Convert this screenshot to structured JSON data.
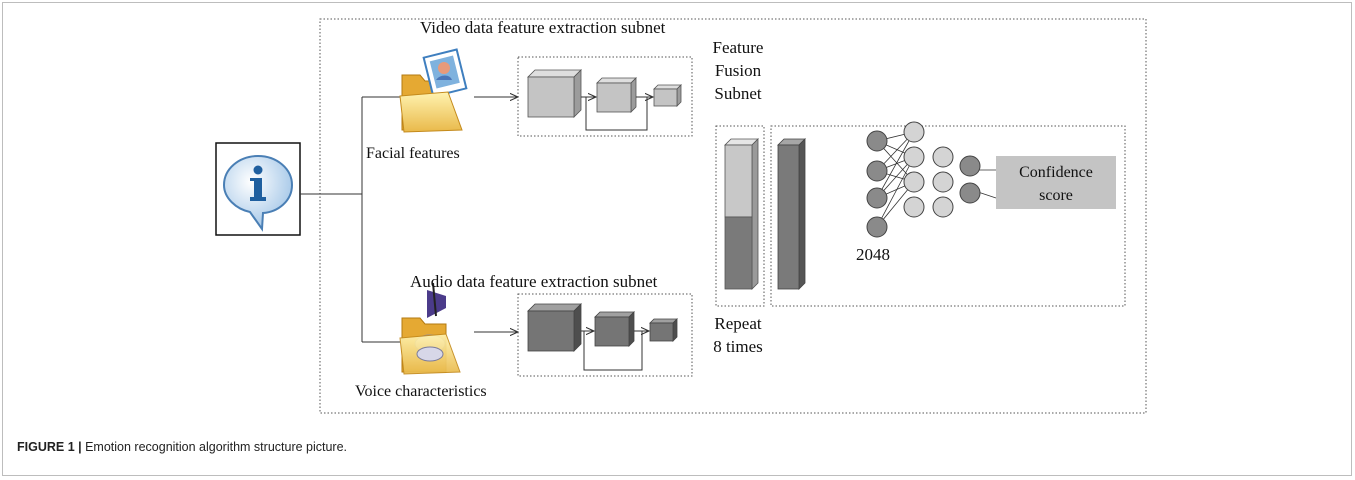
{
  "labels": {
    "video_subnet": "Video data feature extraction subnet",
    "audio_subnet": "Audio data feature extraction subnet",
    "facial": "Facial features",
    "voice": "Voice characteristics",
    "fusion_1": "Feature",
    "fusion_2": "Fusion",
    "fusion_3": "Subnet",
    "repeat_1": "Repeat",
    "repeat_2": "8 times",
    "layer_size": "2048",
    "confidence_1": "Confidence",
    "confidence_2": "score"
  },
  "icons": {
    "info": "info-bubble-icon",
    "photo_folder": "photo-folder-icon",
    "audio_folder": "audio-folder-icon"
  },
  "colors": {
    "light_block": "#c8c8c8",
    "dark_block": "#7a7a7a",
    "node_dark": "#8a8a8a",
    "node_light": "#d4d4d4",
    "confidence_box": "#c4c4c4"
  },
  "caption": {
    "label": "FIGURE 1 |",
    "text": " Emotion recognition  algorithm structure picture."
  }
}
